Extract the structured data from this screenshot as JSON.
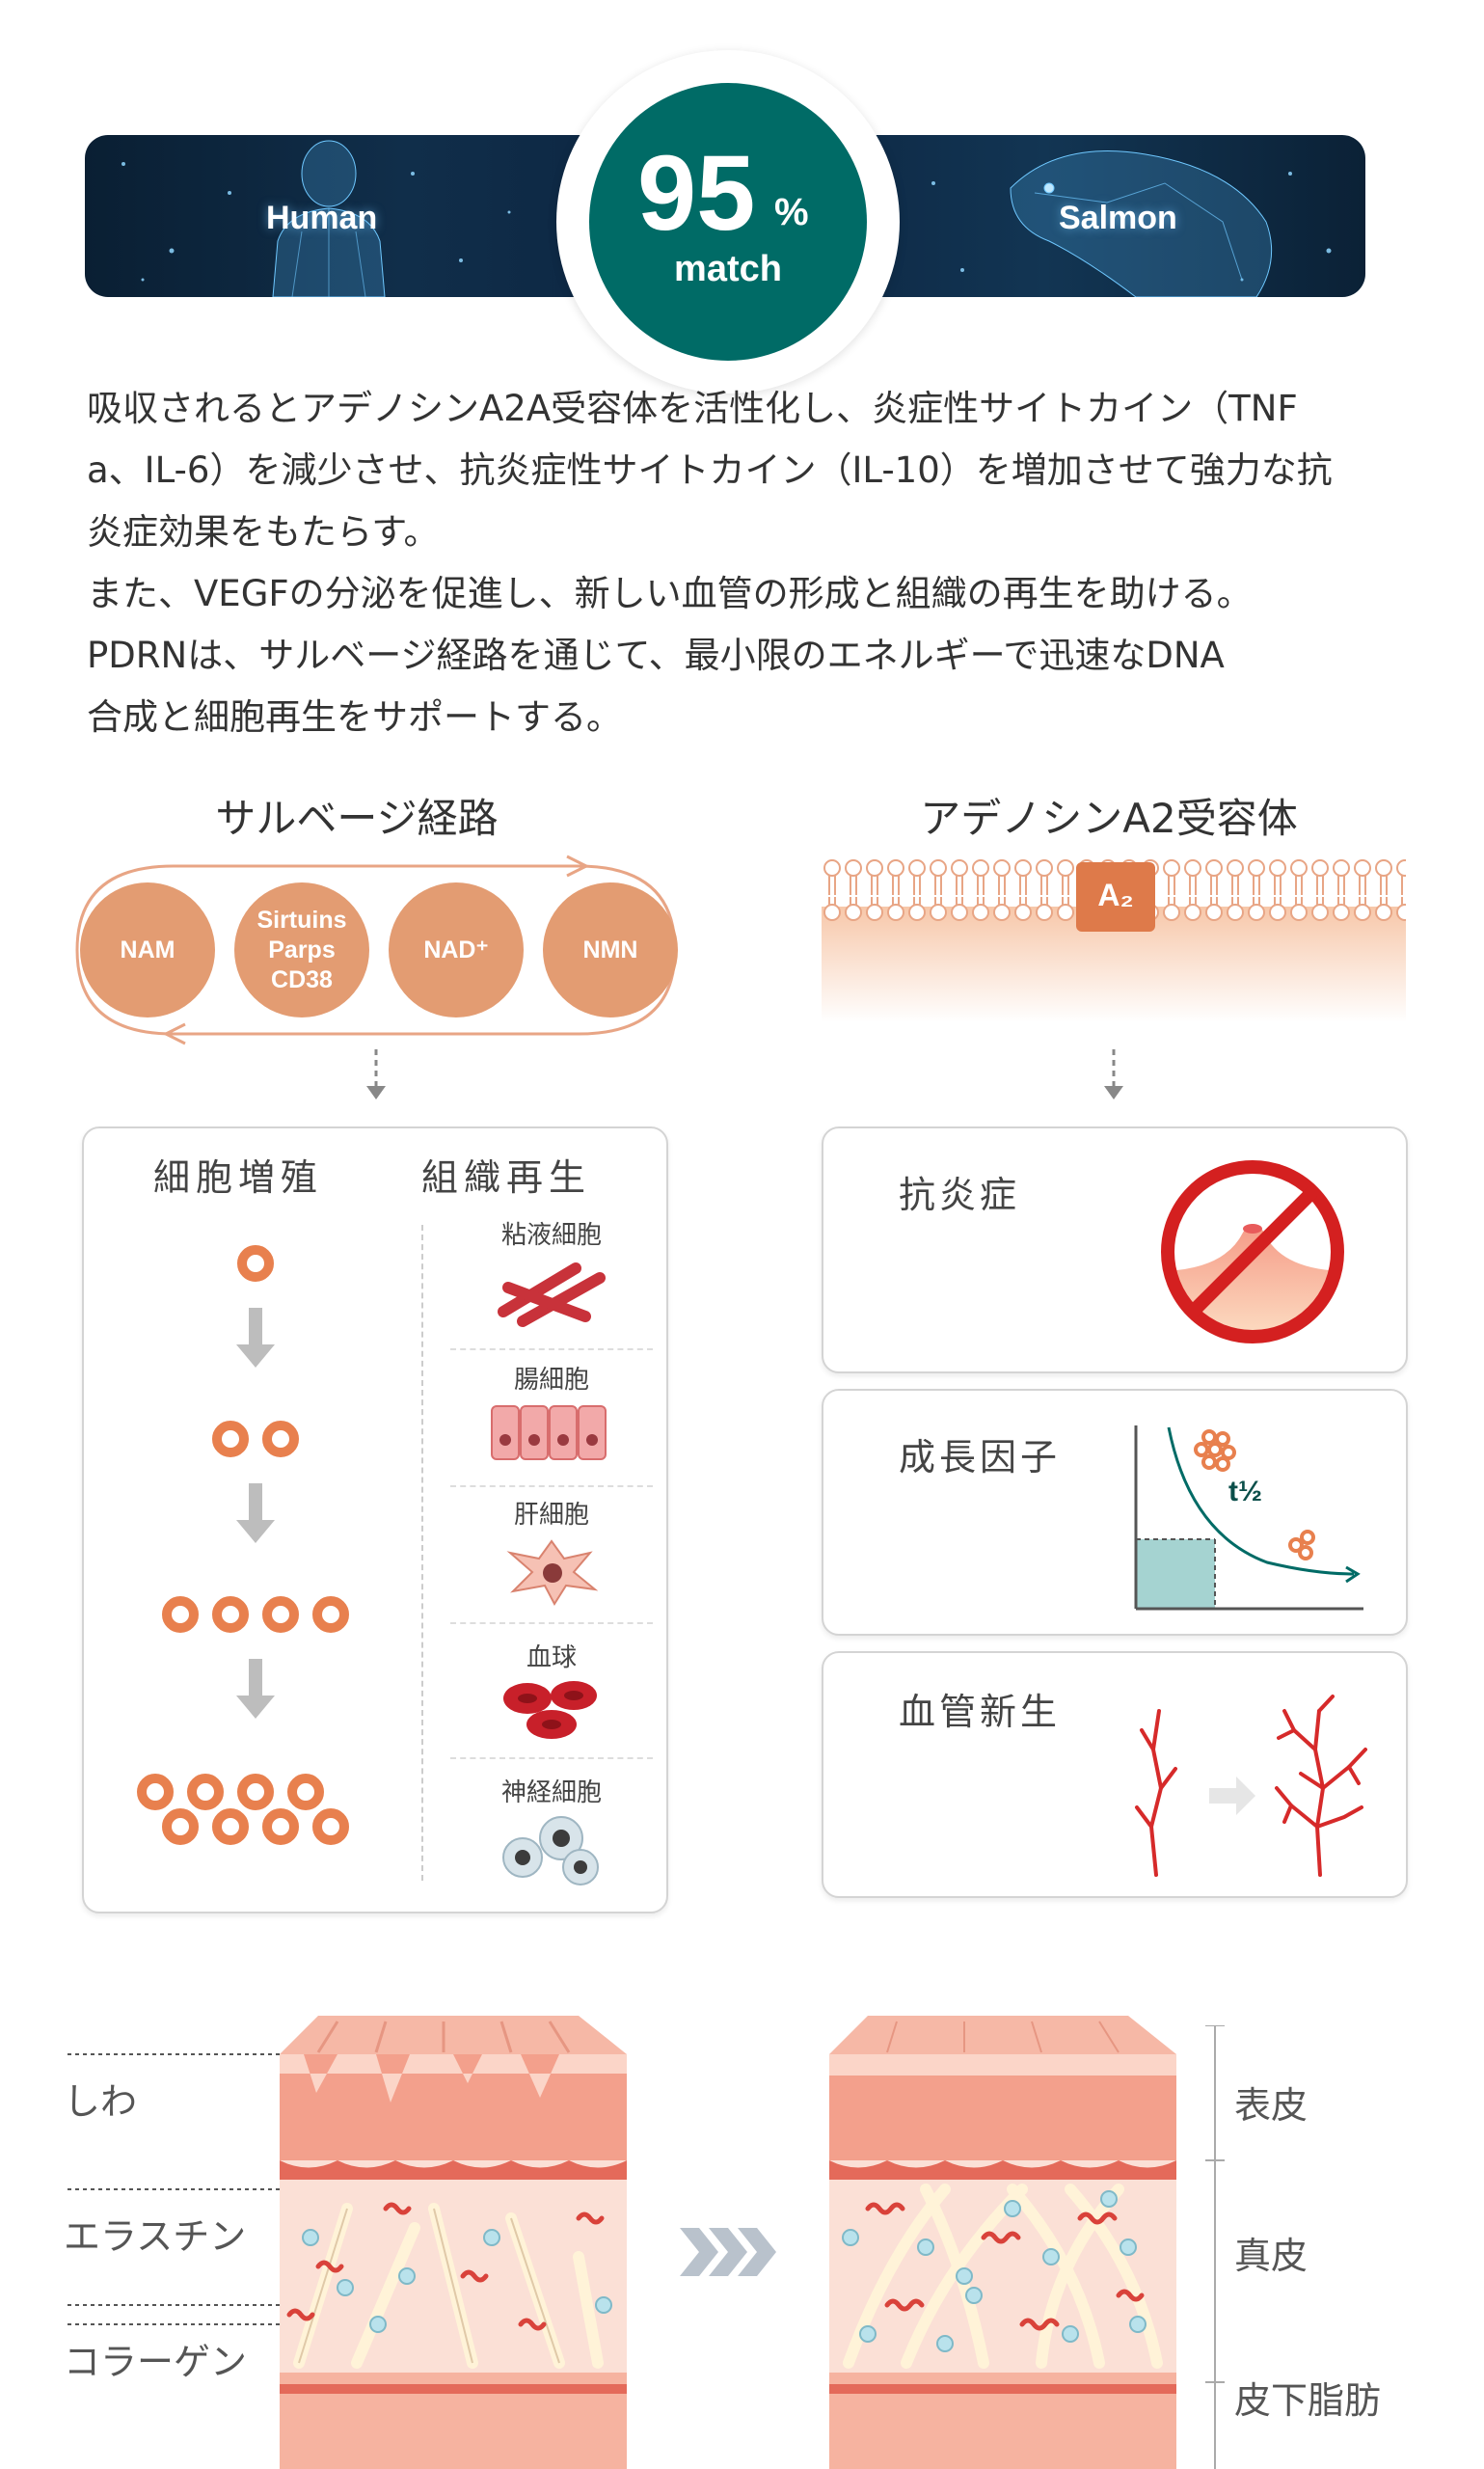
{
  "banner": {
    "left_label": "Human",
    "right_label": "Salmon",
    "match_value": "95",
    "match_unit": "%",
    "match_word": "match"
  },
  "description": {
    "lines": [
      "吸収されるとアデノシンA2A受容体を活性化し、炎症性サイトカイン（TNF",
      "a、IL-6）を減少させ、抗炎症性サイトカイン（IL-10）を増加させて強力な抗",
      "炎症効果をもたらす。",
      "また、VEGFの分泌を促進し、新しい血管の形成と組織の再生を助ける。",
      "PDRNは、サルベージ経路を通じて、最小限のエネルギーで迅速なDNA",
      "合成と細胞再生をサポートする。"
    ]
  },
  "salvage": {
    "title": "サルベージ経路",
    "nodes": [
      {
        "label": "NAM"
      },
      {
        "line1": "Sirtuins",
        "line2": "Parps",
        "line3": "CD38"
      },
      {
        "label": "NAD⁺"
      },
      {
        "label": "NMN"
      }
    ],
    "left_box": {
      "proliferation_title": "細胞増殖",
      "regeneration_title": "組織再生",
      "tissues": [
        "粘液細胞",
        "腸細胞",
        "肝細胞",
        "血球",
        "神経細胞"
      ]
    }
  },
  "adenosine": {
    "title": "アデノシンA2受容体",
    "receptor_label": "A₂",
    "effects": [
      {
        "title": "抗炎症"
      },
      {
        "title": "成長因子",
        "half_life_label": "t½"
      },
      {
        "title": "血管新生"
      }
    ]
  },
  "skin": {
    "left_labels": [
      "しわ",
      "エラスチン",
      "コラーゲン"
    ],
    "layers": [
      "表皮",
      "真皮",
      "皮下脂肪"
    ]
  },
  "colors": {
    "teal": "#006b66",
    "node_orange": "#e39c72",
    "receptor_orange": "#de7a4a",
    "ring_orange": "#e8804e",
    "skin_pink": "#f3a08c",
    "vessel_red": "#d62a2a"
  }
}
